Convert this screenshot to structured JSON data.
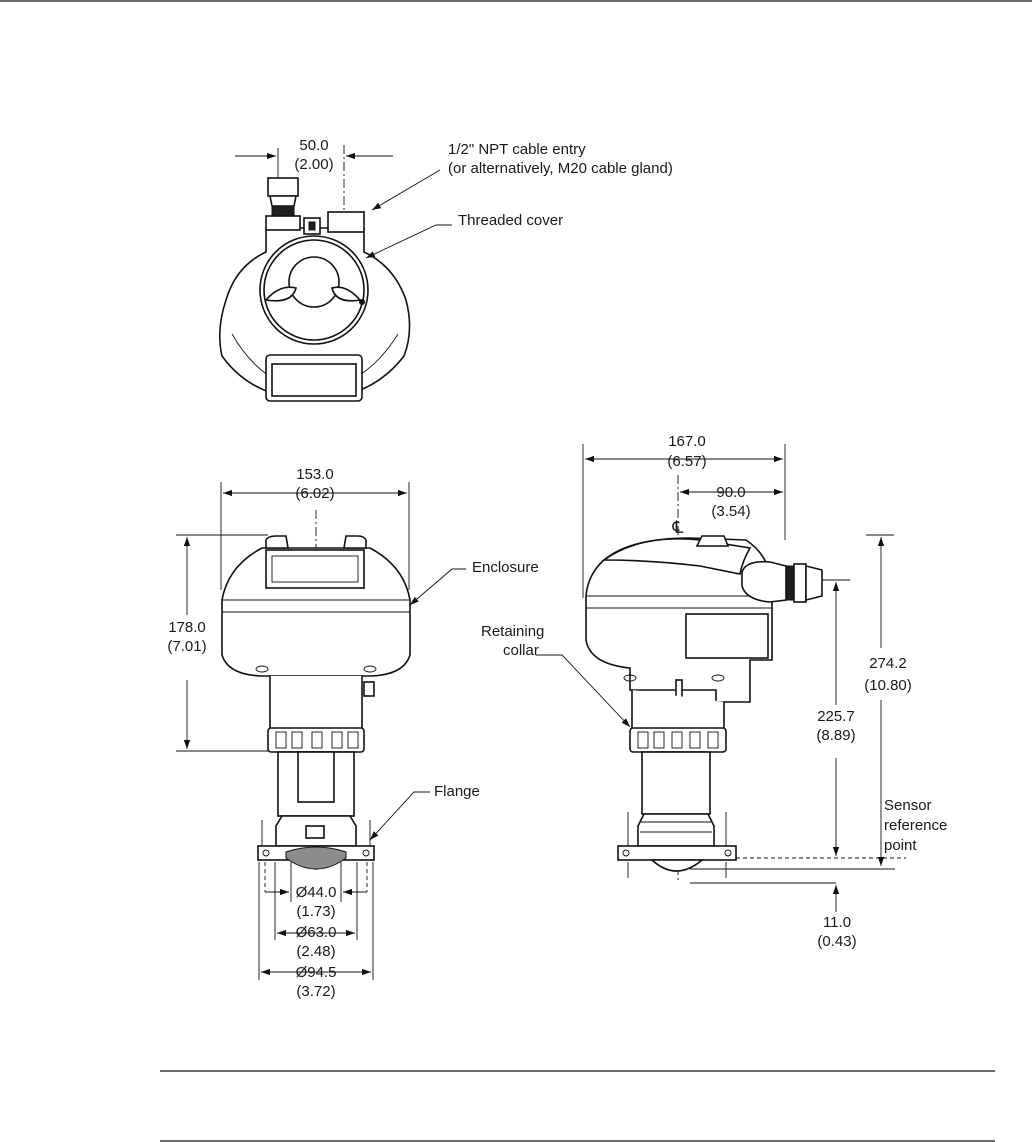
{
  "annotations": {
    "cable_entry_line1": "1/2\" NPT cable entry",
    "cable_entry_line2": "(or alternatively, M20 cable gland)",
    "threaded_cover": "Threaded cover",
    "enclosure": "Enclosure",
    "retaining_collar_line1": "Retaining",
    "retaining_collar_line2": "collar",
    "flange": "Flange",
    "sensor_ref_line1": "Sensor",
    "sensor_ref_line2": "reference",
    "sensor_ref_line3": "point",
    "centerline_symbol": "℄"
  },
  "dimensions": {
    "top_width": {
      "mm": "50.0",
      "in": "(2.00)"
    },
    "front_width": {
      "mm": "153.0",
      "in": "(6.02)"
    },
    "front_height": {
      "mm": "178.0",
      "in": "(7.01)"
    },
    "side_width": {
      "mm": "167.0",
      "in": "(6.57)"
    },
    "side_offset": {
      "mm": "90.0",
      "in": "(3.54)"
    },
    "total_height": {
      "mm": "274.2",
      "in": "(10.80)"
    },
    "ref_height": {
      "mm": "225.7",
      "in": "(8.89)"
    },
    "lens_offset": {
      "mm": "11.0",
      "in": "(0.43)"
    },
    "dia_44": {
      "mm": "Ø44.0",
      "in": "(1.73)"
    },
    "dia_63": {
      "mm": "Ø63.0",
      "in": "(2.48)"
    },
    "dia_94": {
      "mm": "Ø94.5",
      "in": "(3.72)"
    }
  },
  "colors": {
    "line": "#111111",
    "shade": "#8c8c8c",
    "dark": "#1e1e1e"
  }
}
